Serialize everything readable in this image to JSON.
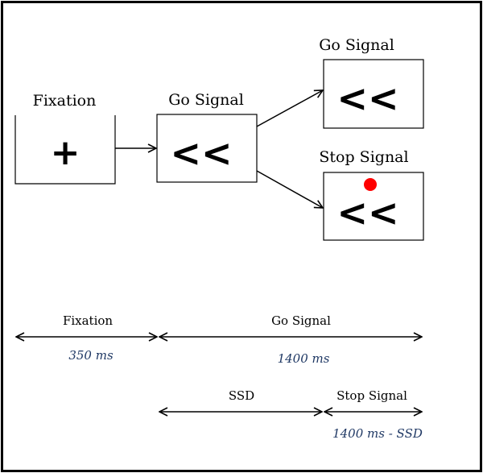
{
  "stages": {
    "fixation": {
      "label": "Fixation",
      "symbol": "+"
    },
    "go": {
      "label": "Go Signal",
      "symbol": "<<"
    },
    "go_outcome": {
      "label": "Go Signal",
      "symbol": "<<"
    },
    "stop_outcome": {
      "label": "Stop Signal",
      "symbol": "<<",
      "dot_color": "#ff0000"
    }
  },
  "timeline": {
    "fixation": {
      "label": "Fixation",
      "duration": "350 ms"
    },
    "go": {
      "label": "Go Signal",
      "duration": "1400 ms"
    },
    "ssd": {
      "label": "SSD"
    },
    "stop": {
      "label": "Stop Signal",
      "duration": "1400 ms - SSD"
    }
  },
  "colors": {
    "duration_text": "#1f3864",
    "stroke": "#000000"
  }
}
